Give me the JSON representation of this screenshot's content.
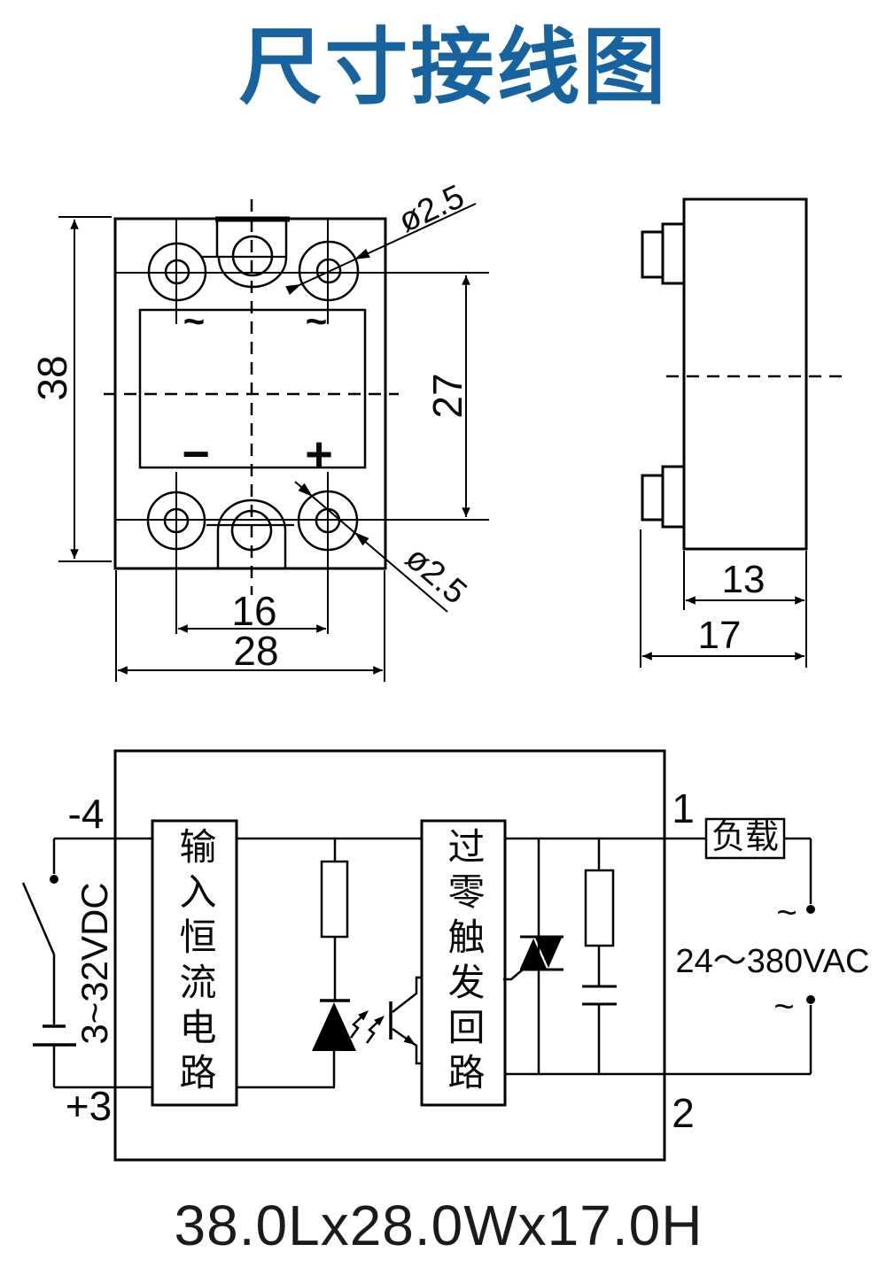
{
  "title": "尺寸接线图",
  "colors": {
    "title_blue": "#17639f",
    "line": "#000000"
  },
  "front_view": {
    "height_dim": "38",
    "hole_span_dim": "27",
    "pitch_dim": "16",
    "width_dim": "28",
    "hole_dia_top": "ø2.5",
    "hole_dia_bottom": "ø2.5",
    "ac_mark_left": "~",
    "ac_mark_right": "~",
    "minus_mark": "−",
    "plus_mark": "+"
  },
  "side_view": {
    "body_depth_dim": "13",
    "overall_depth_dim": "17"
  },
  "circuit": {
    "terminal_neg": "-4",
    "terminal_pos": "+3",
    "input_range": "3~32VDC",
    "input_block": "输入恒流电路",
    "trigger_block": "过零触发回路",
    "terminal_1": "1",
    "terminal_2": "2",
    "load_label": "负载",
    "output_range": "24～380VAC",
    "ac_mark_top": "~",
    "ac_mark_bottom": "~"
  },
  "footer": {
    "size_text": "38.0Lx28.0Wx17.0H"
  }
}
